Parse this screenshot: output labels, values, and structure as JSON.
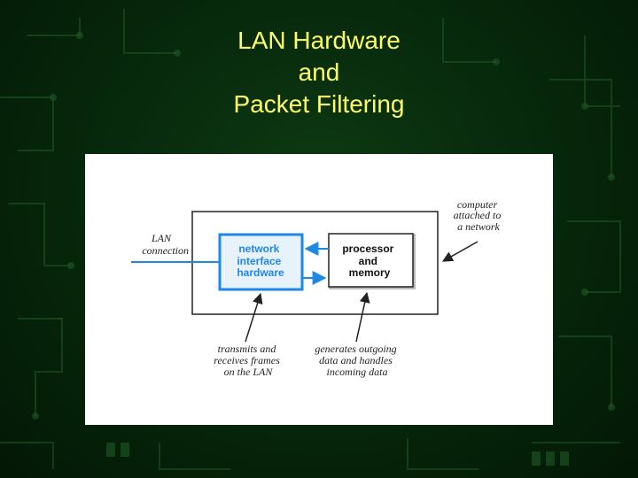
{
  "title": {
    "lines": [
      "LAN Hardware",
      "and",
      "Packet Filtering"
    ]
  },
  "diagram": {
    "lan_connection": [
      "LAN",
      "connection"
    ],
    "nic": [
      "network",
      "interface",
      "hardware"
    ],
    "processor": [
      "processor",
      "and",
      "memory"
    ],
    "computer_note": [
      "computer",
      "attached to",
      "a network"
    ],
    "nic_note": [
      "transmits and",
      "receives frames",
      "on the LAN"
    ],
    "processor_note": [
      "generates outgoing",
      "data and handles",
      "incoming data"
    ]
  },
  "colors": {
    "title": "#ffff66",
    "background": "#072a0c",
    "nic_blue": "#1e88e5",
    "nic_fill": "#e8f2fb",
    "box_border": "#222222"
  }
}
